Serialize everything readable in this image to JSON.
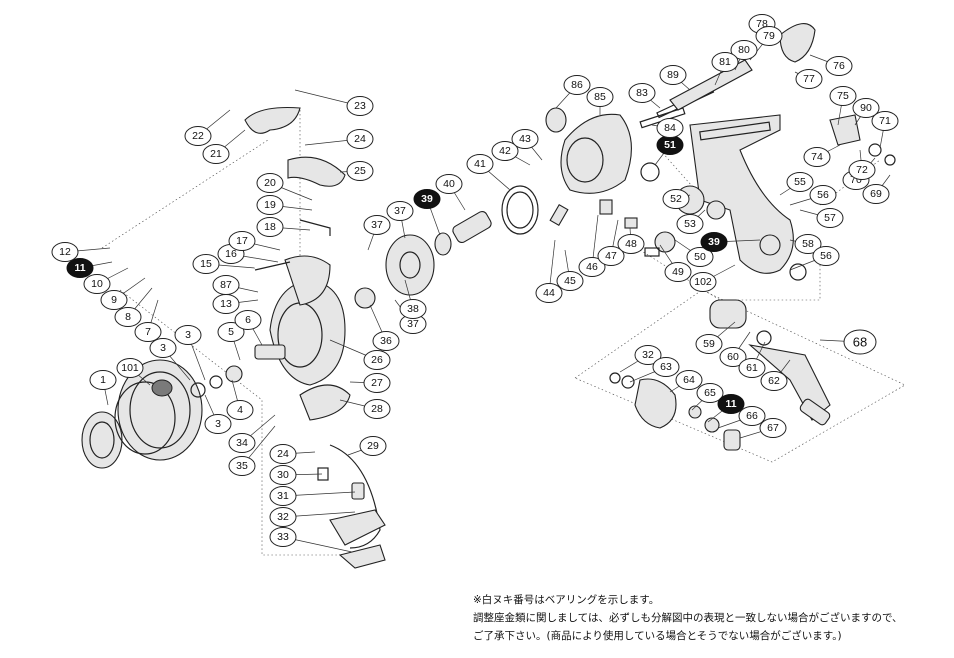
{
  "diagram": {
    "parts": [
      {
        "label": "1",
        "bearing": false
      },
      {
        "label": "101",
        "bearing": false
      },
      {
        "label": "3",
        "bearing": false
      },
      {
        "label": "3",
        "bearing": false
      },
      {
        "label": "3",
        "bearing": false
      },
      {
        "label": "4",
        "bearing": false
      },
      {
        "label": "5",
        "bearing": false
      },
      {
        "label": "6",
        "bearing": false
      },
      {
        "label": "7",
        "bearing": false
      },
      {
        "label": "8",
        "bearing": false
      },
      {
        "label": "9",
        "bearing": false
      },
      {
        "label": "10",
        "bearing": false
      },
      {
        "label": "11",
        "bearing": true
      },
      {
        "label": "12",
        "bearing": false
      },
      {
        "label": "13",
        "bearing": false
      },
      {
        "label": "87",
        "bearing": false
      },
      {
        "label": "15",
        "bearing": false
      },
      {
        "label": "16",
        "bearing": false
      },
      {
        "label": "17",
        "bearing": false
      },
      {
        "label": "18",
        "bearing": false
      },
      {
        "label": "19",
        "bearing": false
      },
      {
        "label": "20",
        "bearing": false
      },
      {
        "label": "21",
        "bearing": false
      },
      {
        "label": "22",
        "bearing": false
      },
      {
        "label": "23",
        "bearing": false
      },
      {
        "label": "24",
        "bearing": false
      },
      {
        "label": "25",
        "bearing": false
      },
      {
        "label": "26",
        "bearing": false
      },
      {
        "label": "27",
        "bearing": false
      },
      {
        "label": "28",
        "bearing": false
      },
      {
        "label": "29",
        "bearing": false
      },
      {
        "label": "24",
        "bearing": false
      },
      {
        "label": "30",
        "bearing": false
      },
      {
        "label": "31",
        "bearing": false
      },
      {
        "label": "32",
        "bearing": false
      },
      {
        "label": "33",
        "bearing": false
      },
      {
        "label": "34",
        "bearing": false
      },
      {
        "label": "35",
        "bearing": false
      },
      {
        "label": "36",
        "bearing": false
      },
      {
        "label": "37",
        "bearing": false
      },
      {
        "label": "37",
        "bearing": false
      },
      {
        "label": "37",
        "bearing": false
      },
      {
        "label": "38",
        "bearing": false
      },
      {
        "label": "39",
        "bearing": true
      },
      {
        "label": "40",
        "bearing": false
      },
      {
        "label": "41",
        "bearing": false
      },
      {
        "label": "42",
        "bearing": false
      },
      {
        "label": "43",
        "bearing": false
      },
      {
        "label": "44",
        "bearing": false
      },
      {
        "label": "45",
        "bearing": false
      },
      {
        "label": "46",
        "bearing": false
      },
      {
        "label": "47",
        "bearing": false
      },
      {
        "label": "48",
        "bearing": false
      },
      {
        "label": "49",
        "bearing": false
      },
      {
        "label": "50",
        "bearing": false
      },
      {
        "label": "51",
        "bearing": true
      },
      {
        "label": "52",
        "bearing": false
      },
      {
        "label": "53",
        "bearing": false
      },
      {
        "label": "39",
        "bearing": true
      },
      {
        "label": "102",
        "bearing": false
      },
      {
        "label": "55",
        "bearing": false
      },
      {
        "label": "56",
        "bearing": false
      },
      {
        "label": "57",
        "bearing": false
      },
      {
        "label": "58",
        "bearing": false
      },
      {
        "label": "56",
        "bearing": false
      },
      {
        "label": "68",
        "bearing": false
      },
      {
        "label": "59",
        "bearing": false
      },
      {
        "label": "60",
        "bearing": false
      },
      {
        "label": "61",
        "bearing": false
      },
      {
        "label": "62",
        "bearing": false
      },
      {
        "label": "32",
        "bearing": false
      },
      {
        "label": "63",
        "bearing": false
      },
      {
        "label": "64",
        "bearing": false
      },
      {
        "label": "65",
        "bearing": false
      },
      {
        "label": "11",
        "bearing": true
      },
      {
        "label": "66",
        "bearing": false
      },
      {
        "label": "67",
        "bearing": false
      },
      {
        "label": "69",
        "bearing": false
      },
      {
        "label": "70",
        "bearing": false
      },
      {
        "label": "71",
        "bearing": false
      },
      {
        "label": "72",
        "bearing": false
      },
      {
        "label": "74",
        "bearing": false
      },
      {
        "label": "75",
        "bearing": false
      },
      {
        "label": "90",
        "bearing": false
      },
      {
        "label": "76",
        "bearing": false
      },
      {
        "label": "77",
        "bearing": false
      },
      {
        "label": "78",
        "bearing": false
      },
      {
        "label": "79",
        "bearing": false
      },
      {
        "label": "80",
        "bearing": false
      },
      {
        "label": "81",
        "bearing": false
      },
      {
        "label": "89",
        "bearing": false
      },
      {
        "label": "83",
        "bearing": false
      },
      {
        "label": "84",
        "bearing": false
      },
      {
        "label": "85",
        "bearing": false
      },
      {
        "label": "86",
        "bearing": false
      }
    ]
  },
  "notes": {
    "line1": "※白ヌキ番号はベアリングを示します。",
    "line2": "調整座金類に関しましては、必ずしも分解図中の表現と一致しない場合がございますので、",
    "line3": "ご了承下さい。(商品により使用している場合とそうでない場合がございます。)"
  }
}
